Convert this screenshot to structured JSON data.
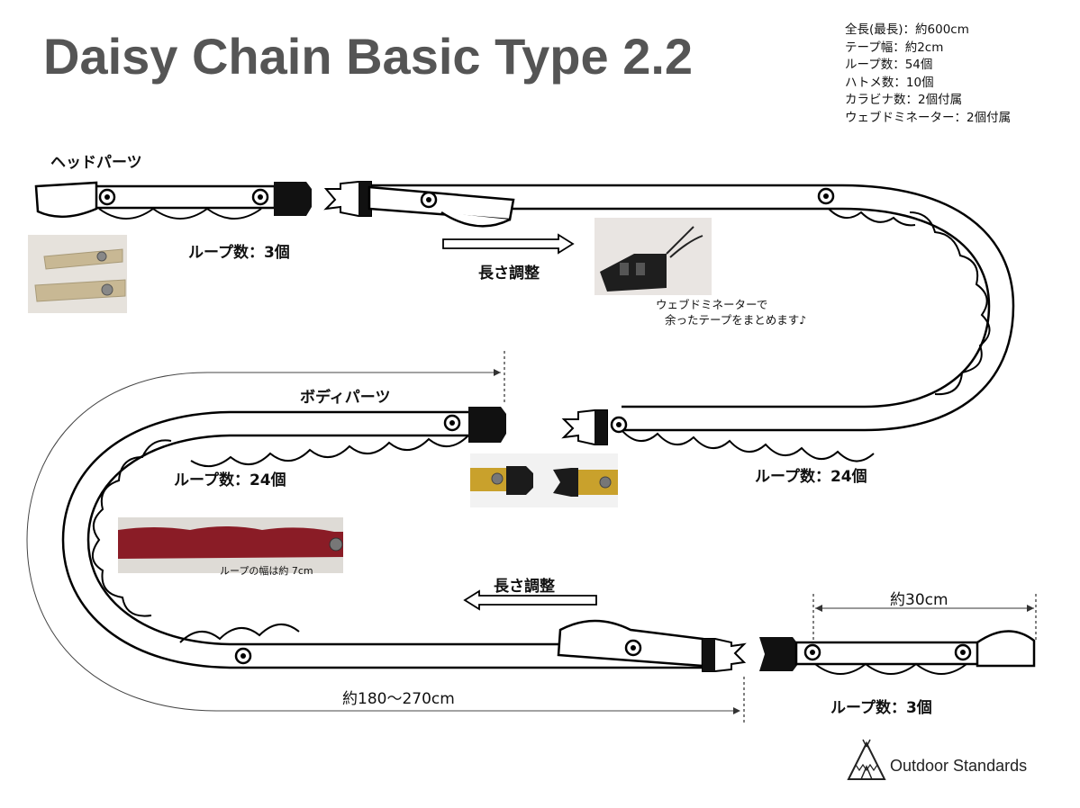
{
  "title": "Daisy Chain Basic Type 2.2",
  "specs": [
    "全長(最長)：約600cm",
    "テープ幅：約2cm",
    "ループ数：54個",
    "ハトメ数：10個",
    "カラビナ数：2個付属",
    "ウェブドミネーター：2個付属"
  ],
  "labels": {
    "head_parts": "ヘッドパーツ",
    "body_parts": "ボディパーツ",
    "loops_head": "ループ数：3個",
    "loops_tail": "ループ数：3個",
    "loops_body_left": "ループ数：24個",
    "loops_body_right": "ループ数：24個",
    "length_adjust_top": "長さ調整",
    "length_adjust_bottom": "長さ調整",
    "dominator_caption_1": "ウェブドミネーターで",
    "dominator_caption_2": "余ったテープをまとめます♪",
    "loop_width_caption": "ループの幅は約 7cm",
    "dim_30": "約30cm",
    "dim_body": "約180～270cm"
  },
  "brand": "Outdoor Standards",
  "colors": {
    "title": "#555555",
    "tape_stroke": "#000000",
    "buckle": "#111111",
    "photo_beige": "#c8b894",
    "photo_red": "#8a1c26",
    "photo_yellow": "#c9a12c"
  }
}
